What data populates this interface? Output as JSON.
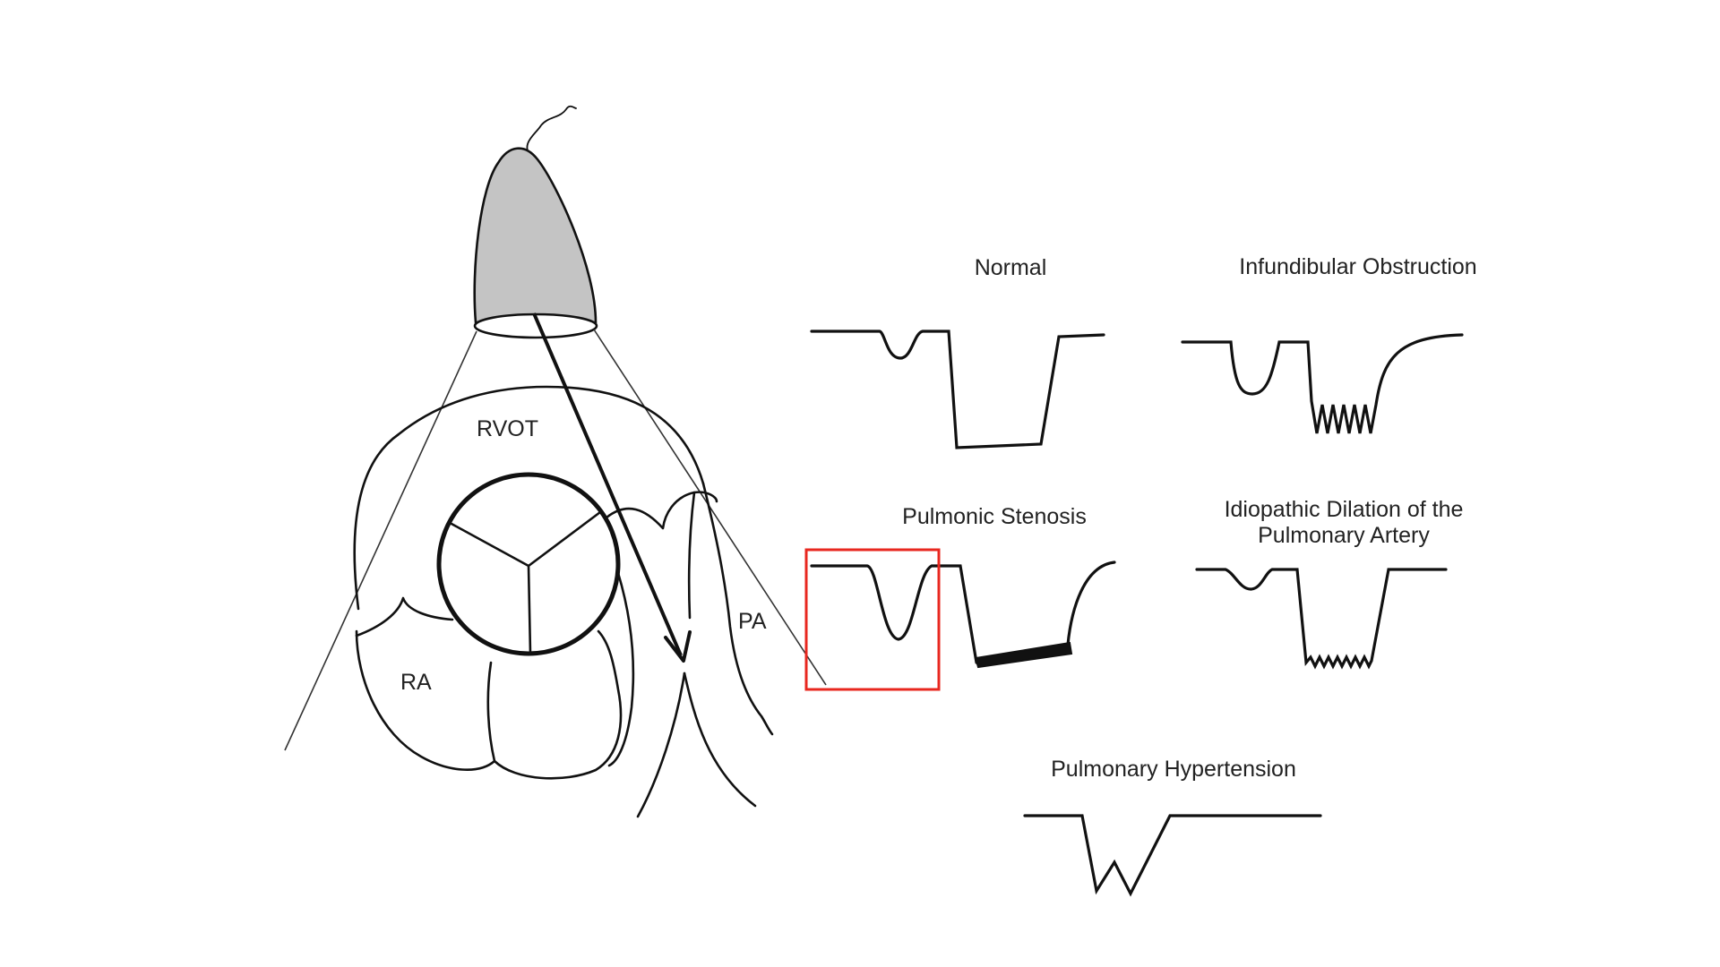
{
  "diagram": {
    "anatomy_labels": {
      "rvot": "RVOT",
      "ra": "RA",
      "pa": "PA"
    },
    "waveforms": {
      "normal": "Normal",
      "infundibular": "Infundibular Obstruction",
      "pulmonic_stenosis": "Pulmonic Stenosis",
      "idiopathic_line1": "Idiopathic Dilation of the",
      "idiopathic_line2": "Pulmonary Artery",
      "pulmonary_hypertension": "Pulmonary Hypertension"
    },
    "colors": {
      "ink": "#111111",
      "probe_fill": "#c4c4c4",
      "highlight": "#e8271f",
      "background": "#ffffff"
    }
  }
}
